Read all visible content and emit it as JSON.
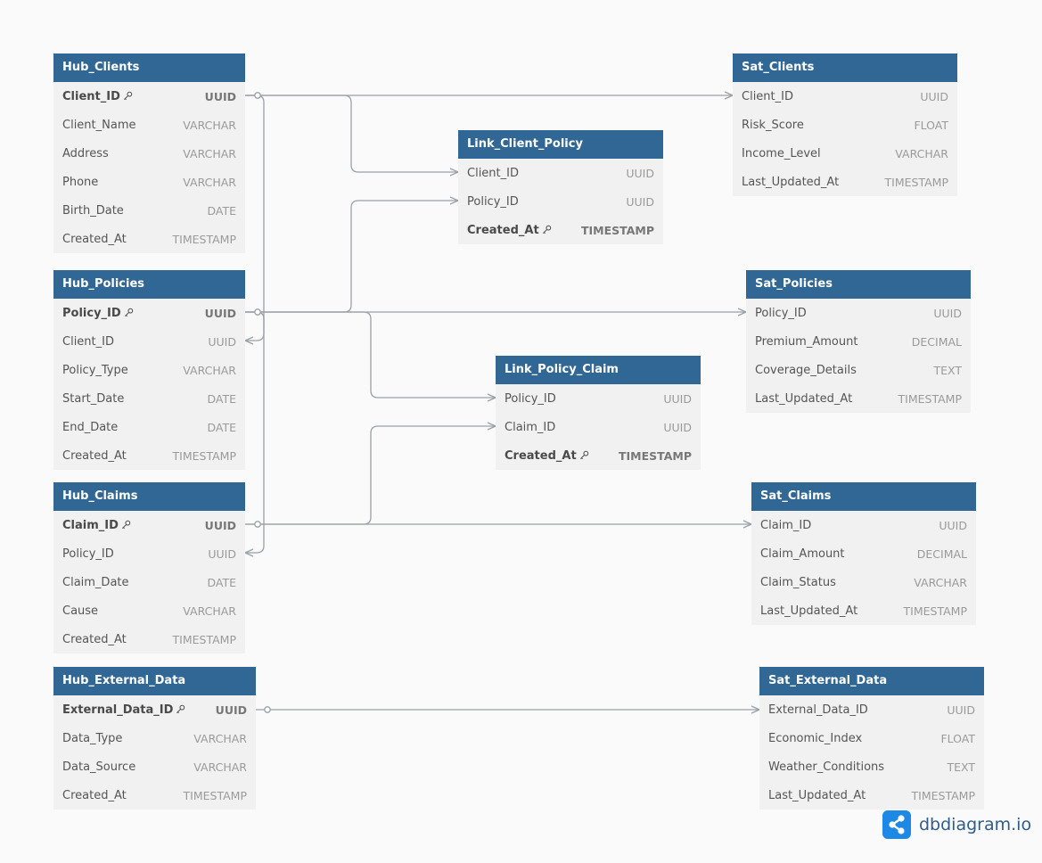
{
  "tables": [
    {
      "id": "hub_clients",
      "name": "Hub_Clients",
      "fields": [
        {
          "name": "Client_ID",
          "type": "UUID",
          "pk": true
        },
        {
          "name": "Client_Name",
          "type": "VARCHAR"
        },
        {
          "name": "Address",
          "type": "VARCHAR"
        },
        {
          "name": "Phone",
          "type": "VARCHAR"
        },
        {
          "name": "Birth_Date",
          "type": "DATE"
        },
        {
          "name": "Created_At",
          "type": "TIMESTAMP"
        }
      ]
    },
    {
      "id": "hub_policies",
      "name": "Hub_Policies",
      "fields": [
        {
          "name": "Policy_ID",
          "type": "UUID",
          "pk": true
        },
        {
          "name": "Client_ID",
          "type": "UUID"
        },
        {
          "name": "Policy_Type",
          "type": "VARCHAR"
        },
        {
          "name": "Start_Date",
          "type": "DATE"
        },
        {
          "name": "End_Date",
          "type": "DATE"
        },
        {
          "name": "Created_At",
          "type": "TIMESTAMP"
        }
      ]
    },
    {
      "id": "hub_claims",
      "name": "Hub_Claims",
      "fields": [
        {
          "name": "Claim_ID",
          "type": "UUID",
          "pk": true
        },
        {
          "name": "Policy_ID",
          "type": "UUID"
        },
        {
          "name": "Claim_Date",
          "type": "DATE"
        },
        {
          "name": "Cause",
          "type": "VARCHAR"
        },
        {
          "name": "Created_At",
          "type": "TIMESTAMP"
        }
      ]
    },
    {
      "id": "hub_external_data",
      "name": "Hub_External_Data",
      "fields": [
        {
          "name": "External_Data_ID",
          "type": "UUID",
          "pk": true
        },
        {
          "name": "Data_Type",
          "type": "VARCHAR"
        },
        {
          "name": "Data_Source",
          "type": "VARCHAR"
        },
        {
          "name": "Created_At",
          "type": "TIMESTAMP"
        }
      ]
    },
    {
      "id": "link_client_policy",
      "name": "Link_Client_Policy",
      "fields": [
        {
          "name": "Client_ID",
          "type": "UUID"
        },
        {
          "name": "Policy_ID",
          "type": "UUID"
        },
        {
          "name": "Created_At",
          "type": "TIMESTAMP",
          "pk": true
        }
      ]
    },
    {
      "id": "link_policy_claim",
      "name": "Link_Policy_Claim",
      "fields": [
        {
          "name": "Policy_ID",
          "type": "UUID"
        },
        {
          "name": "Claim_ID",
          "type": "UUID"
        },
        {
          "name": "Created_At",
          "type": "TIMESTAMP",
          "pk": true
        }
      ]
    },
    {
      "id": "sat_clients",
      "name": "Sat_Clients",
      "fields": [
        {
          "name": "Client_ID",
          "type": "UUID"
        },
        {
          "name": "Risk_Score",
          "type": "FLOAT"
        },
        {
          "name": "Income_Level",
          "type": "VARCHAR"
        },
        {
          "name": "Last_Updated_At",
          "type": "TIMESTAMP"
        }
      ]
    },
    {
      "id": "sat_policies",
      "name": "Sat_Policies",
      "fields": [
        {
          "name": "Policy_ID",
          "type": "UUID"
        },
        {
          "name": "Premium_Amount",
          "type": "DECIMAL"
        },
        {
          "name": "Coverage_Details",
          "type": "TEXT"
        },
        {
          "name": "Last_Updated_At",
          "type": "TIMESTAMP"
        }
      ]
    },
    {
      "id": "sat_claims",
      "name": "Sat_Claims",
      "fields": [
        {
          "name": "Claim_ID",
          "type": "UUID"
        },
        {
          "name": "Claim_Amount",
          "type": "DECIMAL"
        },
        {
          "name": "Claim_Status",
          "type": "VARCHAR"
        },
        {
          "name": "Last_Updated_At",
          "type": "TIMESTAMP"
        }
      ]
    },
    {
      "id": "sat_external_data",
      "name": "Sat_External_Data",
      "fields": [
        {
          "name": "External_Data_ID",
          "type": "UUID"
        },
        {
          "name": "Economic_Index",
          "type": "FLOAT"
        },
        {
          "name": "Weather_Conditions",
          "type": "TEXT"
        },
        {
          "name": "Last_Updated_At",
          "type": "TIMESTAMP"
        }
      ]
    }
  ],
  "relationships": [
    {
      "from": "Hub_Clients.Client_ID",
      "to": "Sat_Clients.Client_ID",
      "type": "one-to-many"
    },
    {
      "from": "Hub_Clients.Client_ID",
      "to": "Link_Client_Policy.Client_ID",
      "type": "one-to-many"
    },
    {
      "from": "Hub_Clients.Client_ID",
      "to": "Hub_Policies.Client_ID",
      "type": "one-to-many"
    },
    {
      "from": "Hub_Policies.Policy_ID",
      "to": "Link_Client_Policy.Policy_ID",
      "type": "one-to-many"
    },
    {
      "from": "Hub_Policies.Policy_ID",
      "to": "Sat_Policies.Policy_ID",
      "type": "one-to-many"
    },
    {
      "from": "Hub_Policies.Policy_ID",
      "to": "Link_Policy_Claim.Policy_ID",
      "type": "one-to-many"
    },
    {
      "from": "Hub_Policies.Policy_ID",
      "to": "Hub_Claims.Policy_ID",
      "type": "one-to-many"
    },
    {
      "from": "Hub_Claims.Claim_ID",
      "to": "Link_Policy_Claim.Claim_ID",
      "type": "one-to-many"
    },
    {
      "from": "Hub_Claims.Claim_ID",
      "to": "Sat_Claims.Claim_ID",
      "type": "one-to-many"
    },
    {
      "from": "Hub_External_Data.External_Data_ID",
      "to": "Sat_External_Data.External_Data_ID",
      "type": "one-to-many"
    }
  ],
  "brand": {
    "name": "dbdiagram.io",
    "icon": "dbdiagram-logo-icon"
  },
  "colors": {
    "header": "#316795",
    "body": "#f1f1f1",
    "line": "#9aa0a8",
    "background": "#fafafa"
  }
}
